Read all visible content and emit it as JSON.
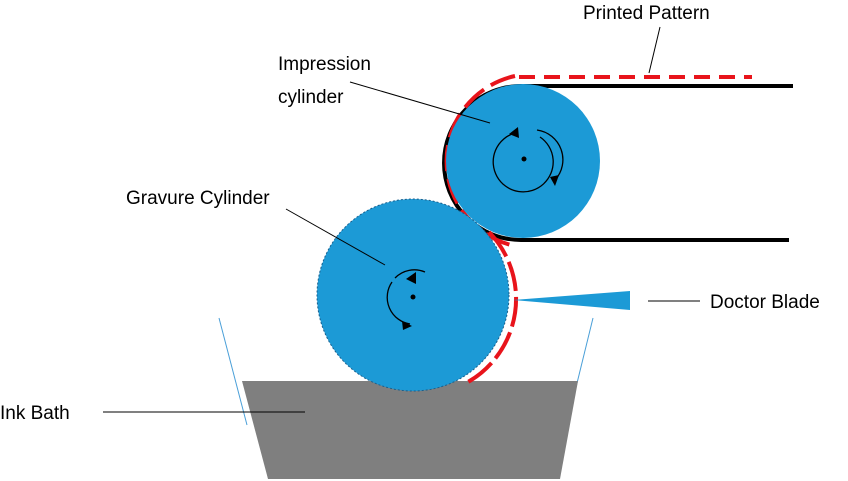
{
  "labels": {
    "printed_pattern": "Printed Pattern",
    "impression_line1": "Impression",
    "impression_line2": "cylinder",
    "gravure": "Gravure Cylinder",
    "doctor_blade": "Doctor Blade",
    "ink_bath": "Ink Bath"
  },
  "colors": {
    "cylinder_fill": "#1c9ad6",
    "ink_red": "#e8141b",
    "bath_fill": "#7f7f7f",
    "bath_tank_line": "#4a9fd8",
    "line": "#000000"
  }
}
